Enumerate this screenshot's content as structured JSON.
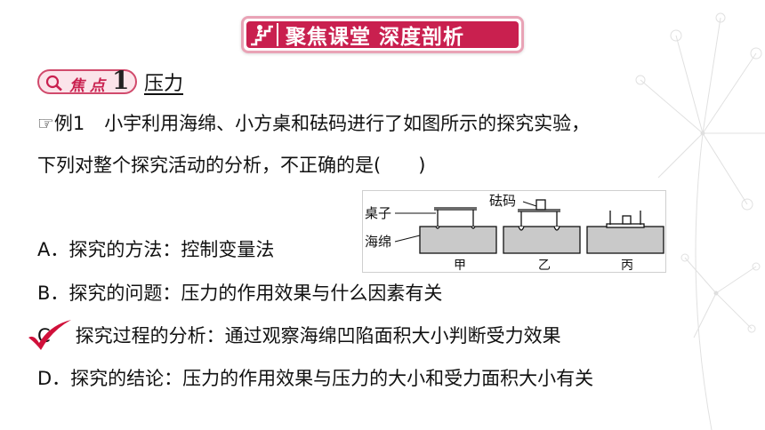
{
  "banner": {
    "title": "聚焦课堂 深度剖析",
    "color": "#c9204f",
    "icon": "stairs-person-icon"
  },
  "focus": {
    "label": "焦 点",
    "number": "1",
    "topic": "压力",
    "icon": "magnifier-icon"
  },
  "question": {
    "prefix": "☞例1",
    "line1": "小宇利用海绵、小方桌和砝码进行了如图所示的探究实验，",
    "line2": "下列对整个探究活动的分析，不正确的是(　　)"
  },
  "figure": {
    "label_table": "桌子",
    "label_sponge": "海绵",
    "label_weight": "砝码",
    "panels": [
      "甲",
      "乙",
      "丙"
    ]
  },
  "options": {
    "A": "A．探究的方法：控制变量法",
    "B": "B．探究的问题：压力的作用效果与什么因素有关",
    "C_letter": "C",
    "C_text": "探究过程的分析：通过观察海绵凹陷面积大小判断受力效果",
    "D": "D．探究的结论：压力的作用效果与压力的大小和受力面积大小有关"
  },
  "answer": {
    "mark": "check-mark-icon",
    "color": "#d0103a"
  }
}
